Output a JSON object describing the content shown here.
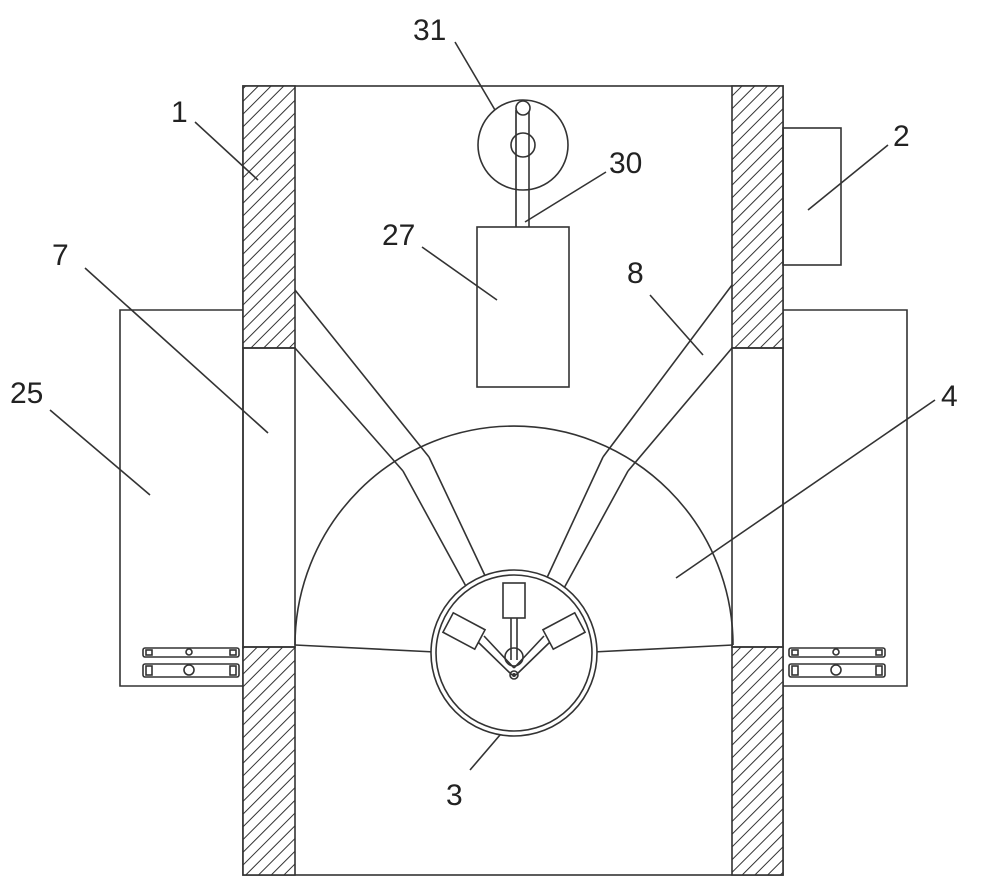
{
  "colors": {
    "stroke": "#333333",
    "background": "#ffffff",
    "label": "#222222"
  },
  "labels": {
    "l1": "1",
    "l2": "2",
    "l3": "3",
    "l4": "4",
    "l7": "7",
    "l8": "8",
    "l25": "25",
    "l27": "27",
    "l30": "30",
    "l31": "31"
  }
}
